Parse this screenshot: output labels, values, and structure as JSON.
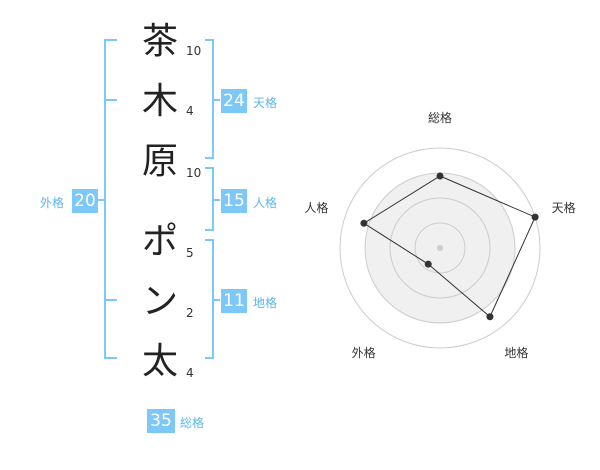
{
  "characters": [
    {
      "char": "茶",
      "strokes": "10"
    },
    {
      "char": "木",
      "strokes": "4"
    },
    {
      "char": "原",
      "strokes": "10"
    },
    {
      "char": "ポ",
      "strokes": "5"
    },
    {
      "char": "ン",
      "strokes": "2"
    },
    {
      "char": "太",
      "strokes": "4"
    }
  ],
  "kaku": {
    "ten": {
      "value": "24",
      "label": "天格"
    },
    "jin": {
      "value": "15",
      "label": "人格"
    },
    "chi": {
      "value": "11",
      "label": "地格"
    },
    "gai": {
      "value": "20",
      "label": "外格"
    },
    "sou": {
      "value": "35",
      "label": "総格"
    }
  },
  "colors": {
    "accent": "#7cc8f8",
    "label": "#5cb6ee",
    "radar_fill": "#f0f0f0",
    "radar_grid": "#cccccc"
  },
  "chart_data": {
    "type": "radar",
    "axes": [
      "総格",
      "天格",
      "地格",
      "外格",
      "人格"
    ],
    "values": [
      0.72,
      1.0,
      0.85,
      0.2,
      0.8
    ],
    "rings": 4
  }
}
